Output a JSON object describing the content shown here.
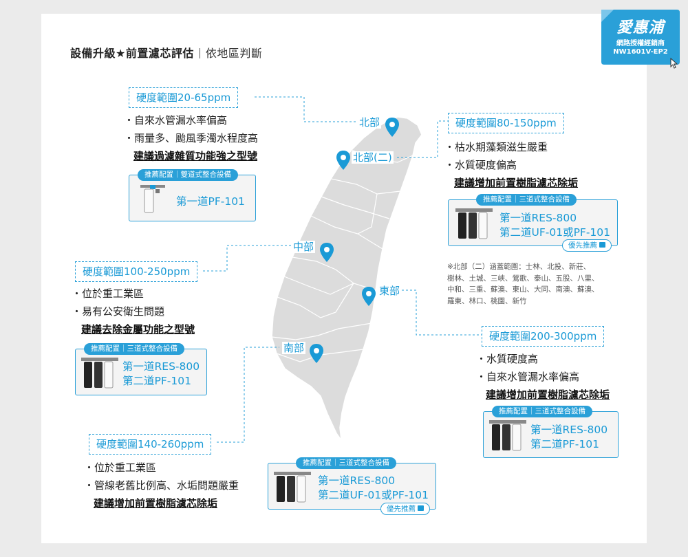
{
  "header": {
    "title": "設備升級★前置濾芯評估",
    "subtitle": "依地區判斷"
  },
  "badge": {
    "logo": "愛惠浦",
    "line1": "網路授權經銷商",
    "line2": "NW1601V-EP2"
  },
  "regions": {
    "north": "北部",
    "north2": "北部(二)",
    "central": "中部",
    "east": "東部",
    "south": "南部"
  },
  "north_section": {
    "hardness": "硬度範圍20-65ppm",
    "bullets": [
      "自來水管漏水率偏高",
      "雨量多、颱風季濁水程度高"
    ],
    "recommendation": "建議過濾雜質功能強之型號",
    "product": {
      "tag": "推薦配置｜雙道式整合設備",
      "lines": [
        "第一道PF-101"
      ]
    }
  },
  "north2_section": {
    "hardness": "硬度範圍80-150ppm",
    "bullets": [
      "枯水期藻類滋生嚴重",
      "水質硬度偏高"
    ],
    "recommendation": "建議增加前置樹脂濾芯除垢",
    "product": {
      "tag": "推薦配置｜三道式整合設備",
      "lines": [
        "第一道RES-800",
        "第二道UF-01或PF-101"
      ],
      "preferred": "優先推薦"
    }
  },
  "note_lines": [
    "※北部（二）涵蓋範圍：士林、北投、新莊、",
    "樹林、土城、三峽、鶯歌、泰山、五股、八里、",
    "中和、三重、蘇澳、東山、大同、南澳、蘇澳、",
    "羅東、林口、桃園、新竹"
  ],
  "central_section": {
    "hardness": "硬度範圍100-250ppm",
    "bullets": [
      "位於重工業區",
      "易有公安衛生問題"
    ],
    "recommendation": "建議去除金屬功能之型號",
    "product": {
      "tag": "推薦配置｜三道式整合設備",
      "lines": [
        "第一道RES-800",
        "第二道PF-101"
      ]
    }
  },
  "east_section": {
    "hardness": "硬度範圍200-300ppm",
    "bullets": [
      "水質硬度高",
      "自來水管漏水率偏高"
    ],
    "recommendation": "建議增加前置樹脂濾芯除垢",
    "product": {
      "tag": "推薦配置｜三道式整合設備",
      "lines": [
        "第一道RES-800",
        "第二道PF-101"
      ]
    }
  },
  "south_section": {
    "hardness": "硬度範圍140-260ppm",
    "bullets": [
      "位於重工業區",
      "管線老舊比例高、水垢問題嚴重"
    ],
    "recommendation": "建議增加前置樹脂濾芯除垢",
    "product": {
      "tag": "推薦配置｜三道式整合設備",
      "lines": [
        "第一道RES-800",
        "第二道UF-01或PF-101"
      ],
      "preferred": "優先推薦"
    }
  },
  "colors": {
    "accent": "#2aa0d8",
    "map_fill": "#dcdcdc",
    "background": "#ebebeb"
  }
}
